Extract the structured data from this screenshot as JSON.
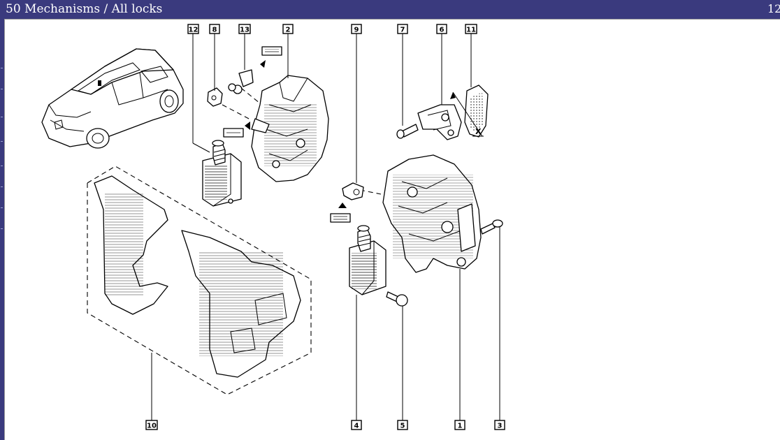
{
  "header": {
    "title": "50 Mechanisms / All locks",
    "page": "12"
  },
  "callouts": [
    {
      "id": "c12",
      "label": "12"
    },
    {
      "id": "c8",
      "label": "8"
    },
    {
      "id": "c13",
      "label": "13"
    },
    {
      "id": "c2",
      "label": "2"
    },
    {
      "id": "c9",
      "label": "9"
    },
    {
      "id": "c7",
      "label": "7"
    },
    {
      "id": "c6",
      "label": "6"
    },
    {
      "id": "c11",
      "label": "11"
    },
    {
      "id": "c10",
      "label": "10"
    },
    {
      "id": "c4",
      "label": "4"
    },
    {
      "id": "c5",
      "label": "5"
    },
    {
      "id": "c1",
      "label": "1"
    },
    {
      "id": "c3",
      "label": "3"
    }
  ],
  "annotations": {
    "axis_marker": "X"
  },
  "colors": {
    "titlebar": "#3a3a7e",
    "title_text": "#ffffff",
    "drawing": "#000000",
    "background": "#ffffff"
  }
}
